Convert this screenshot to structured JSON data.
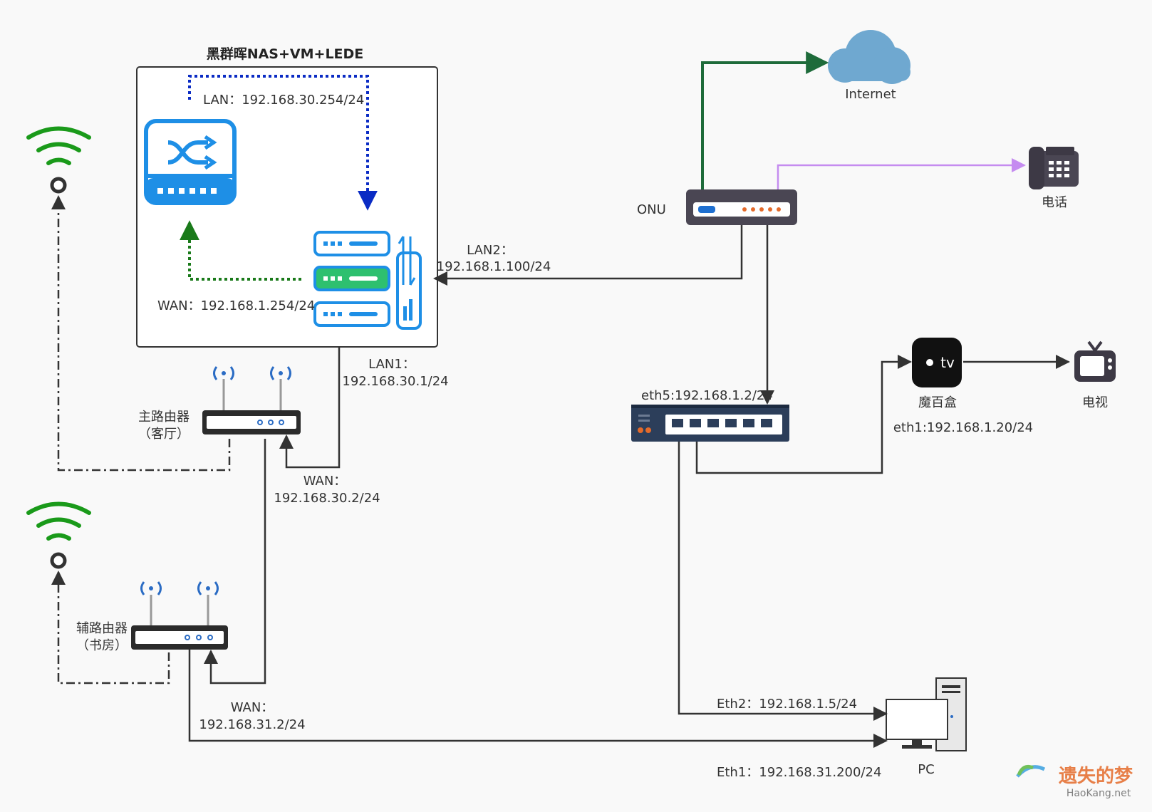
{
  "nas": {
    "title": "黑群晖NAS+VM+LEDE",
    "lan": "LAN：192.168.30.254/24",
    "wan": "WAN：192.168.1.254/24"
  },
  "internet": {
    "label": "Internet"
  },
  "onu": {
    "label": "ONU"
  },
  "phone": {
    "label": "电话"
  },
  "lan2": {
    "line1": "LAN2：",
    "line2": "192.168.1.100/24"
  },
  "lan1": {
    "line1": "LAN1：",
    "line2": "192.168.30.1/24"
  },
  "main_router": {
    "line1": "主路由器",
    "line2": "（客厅）",
    "wan_line1": "WAN：",
    "wan_line2": "192.168.30.2/24"
  },
  "aux_router": {
    "line1": "辅路由器",
    "line2": "（书房）",
    "wan_line1": "WAN：",
    "wan_line2": "192.168.31.2/24"
  },
  "switch": {
    "label": "eth5:192.168.1.2/24"
  },
  "appletv": {
    "badge": "tv",
    "label": "魔百盒",
    "ip": "eth1:192.168.1.20/24"
  },
  "tv": {
    "label": "电视"
  },
  "pc": {
    "label": "PC",
    "eth2": "Eth2：192.168.1.5/24",
    "eth1": "Eth1：192.168.31.200/24"
  },
  "watermark": {
    "text": "遗失的梦",
    "sub": "HaoKang.net"
  },
  "colors": {
    "internet_link": "#1e6b3a",
    "phone_link": "#c58cf0",
    "lan_dotted": "#0a2bc4",
    "wan_dotted": "#1a7a1a",
    "wifi": "#1a9a1a",
    "device_blue": "#1e8fe6",
    "cloud": "#6fa8d0"
  }
}
